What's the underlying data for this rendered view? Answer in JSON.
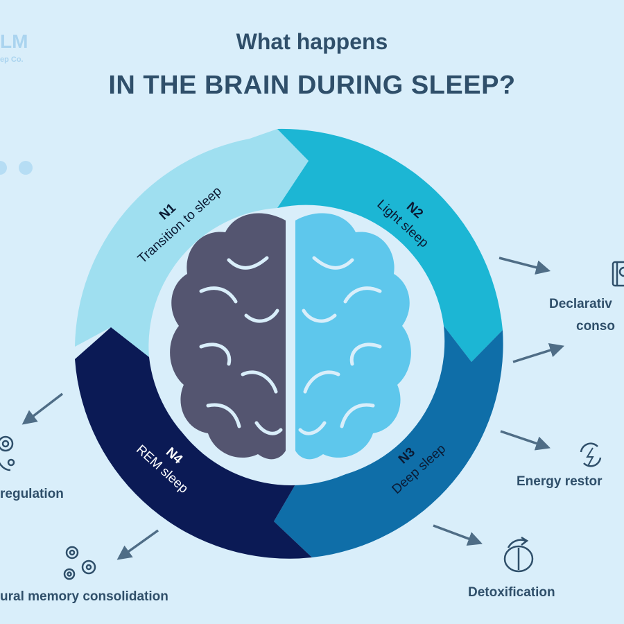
{
  "logo": {
    "main": "LM",
    "sub": "ep Co."
  },
  "title": {
    "line1": "What happens",
    "line2": "IN THE BRAIN DURING SLEEP?"
  },
  "stages": [
    {
      "code": "N1",
      "name": "Transition to sleep",
      "color": "#9fdff0"
    },
    {
      "code": "N2",
      "name": "Light sleep",
      "color": "#1cb6d4"
    },
    {
      "code": "N3",
      "name": "Deep sleep",
      "color": "#0f6ea8"
    },
    {
      "code": "N4",
      "name": "REM sleep",
      "color": "#0b1a55"
    }
  ],
  "outcomes": {
    "declarative": {
      "line1": "Declarativ",
      "line2": "conso",
      "icon": "book-brain-icon"
    },
    "energy": {
      "label": "Energy restor",
      "icon": "energy-recycle-icon"
    },
    "detox": {
      "label": "Detoxification",
      "icon": "brain-refresh-icon"
    },
    "procedural": {
      "label": "ural memory consolidation",
      "icon": "gears-icon"
    },
    "regulation": {
      "label": "regulation",
      "icon": "head-gear-icon"
    }
  },
  "colors": {
    "background": "#d9eefa",
    "title": "#2f4f6a",
    "brain_left": "#545570",
    "brain_right": "#5ec7ec",
    "arrow": "#4f6d86"
  }
}
